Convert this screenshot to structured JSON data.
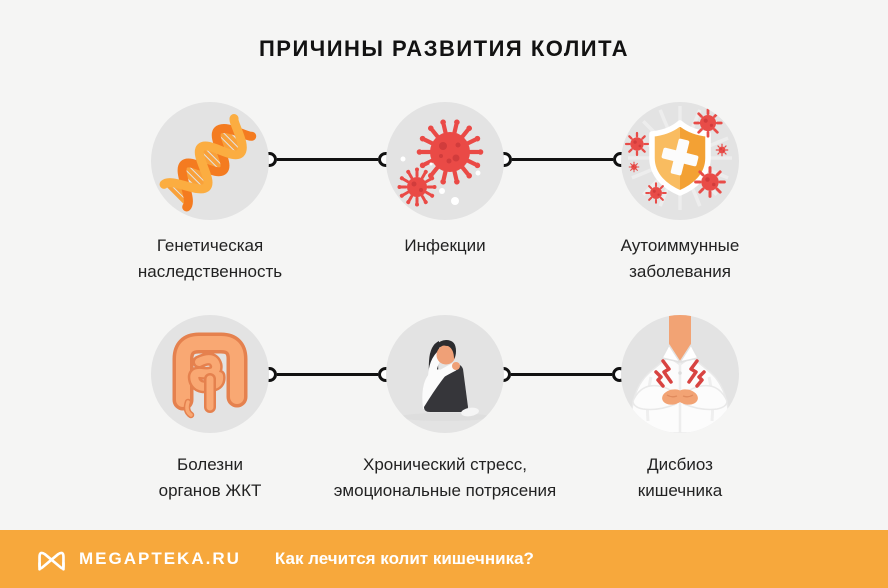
{
  "title": "ПРИЧИНЫ РАЗВИТИЯ КОЛИТА",
  "items": [
    {
      "label": "Генетическая\nнаследственность",
      "icon": "dna-icon"
    },
    {
      "label": "Инфекции",
      "icon": "virus-icon"
    },
    {
      "label": "Аутоиммунные\nзаболевания",
      "icon": "shield-cross-icon"
    },
    {
      "label": "Болезни\nорганов ЖКТ",
      "icon": "intestine-icon"
    },
    {
      "label": "Хронический стресс,\nэмоциональные потрясения",
      "icon": "stressed-person-icon"
    },
    {
      "label": "Дисбиоз\nкишечника",
      "icon": "stomach-pain-icon"
    }
  ],
  "footer": {
    "brand": "MEGAPTEKA.RU",
    "question": "Как лечится колит кишечника?"
  },
  "colors": {
    "background": "#F5F5F4",
    "circle_gray": "#E3E3E3",
    "footer_orange": "#F7A83C",
    "accent_orange": "#F6A53C",
    "virus_red": "#EA4A46",
    "connector_black": "#111111",
    "text": "#222222"
  }
}
